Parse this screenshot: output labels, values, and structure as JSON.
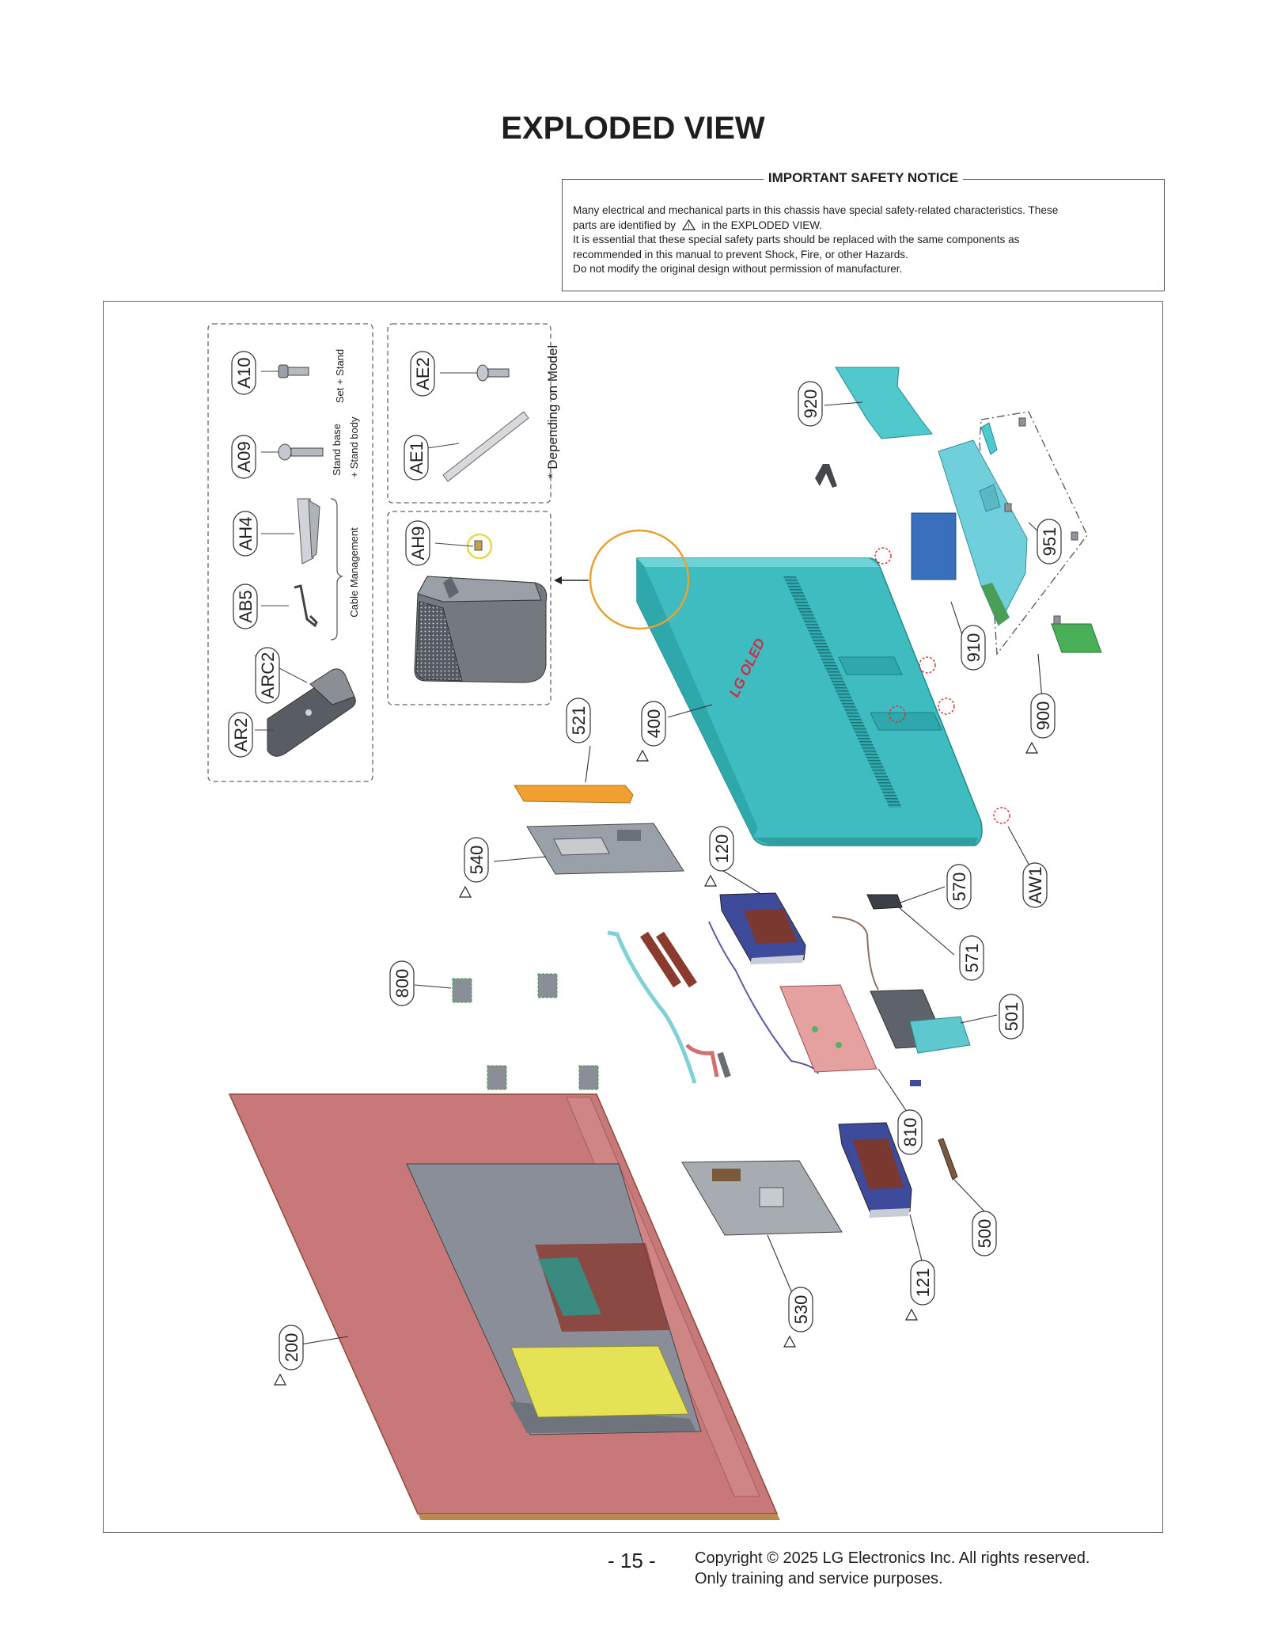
{
  "page": {
    "title": "EXPLODED VIEW",
    "page_number": "- 15 -",
    "copyright_line1": "Copyright © 2025 LG Electronics Inc. All rights reserved.",
    "copyright_line2": "Only training and service purposes."
  },
  "notice": {
    "heading": "IMPORTANT SAFETY NOTICE",
    "line1": "Many electrical and mechanical parts in this chassis have special safety-related characteristics. These",
    "line2a": "parts are identified by",
    "line2b": "in the EXPLODED VIEW.",
    "line3": "It is essential that these special safety parts should be replaced with the same components as",
    "line4": "recommended in this manual to prevent Shock, Fire, or other Hazards.",
    "line5": "Do not modify the original design without permission of manufacturer."
  },
  "accessories": {
    "a10": "A10",
    "a09": "A09",
    "ah4": "AH4",
    "ab5": "AB5",
    "arc2": "ARC2",
    "ar2": "AR2",
    "set_stand": "Set + Stand",
    "stand_base": "Stand base",
    "stand_body": "+ Stand body",
    "cable_mgmt": "Cable Management",
    "ae2": "AE2",
    "ae1": "AE1",
    "depending": "* Depending on Model",
    "ah9": "AH9"
  },
  "parts": {
    "p920": "920",
    "p951": "951",
    "p910": "910",
    "p900": "900",
    "p400": "400",
    "p521": "521",
    "p540": "540",
    "p120": "120",
    "p570": "570",
    "paw1": "AW1",
    "p571": "571",
    "p501": "501",
    "p800": "800",
    "p810": "810",
    "p500": "500",
    "p121": "121",
    "p530": "530",
    "p200": "200"
  },
  "panel_logo": "LG OLED",
  "colors": {
    "cabinet": "#4fc9cc",
    "stand": "#6fcfda",
    "panel": "#c87878",
    "inner_plate": "#8a8e98",
    "yellow_label": "#e6e255",
    "orange_bracket": "#f0a030",
    "pink_board": "#e5a0a0",
    "safety_red": "#d33333"
  }
}
